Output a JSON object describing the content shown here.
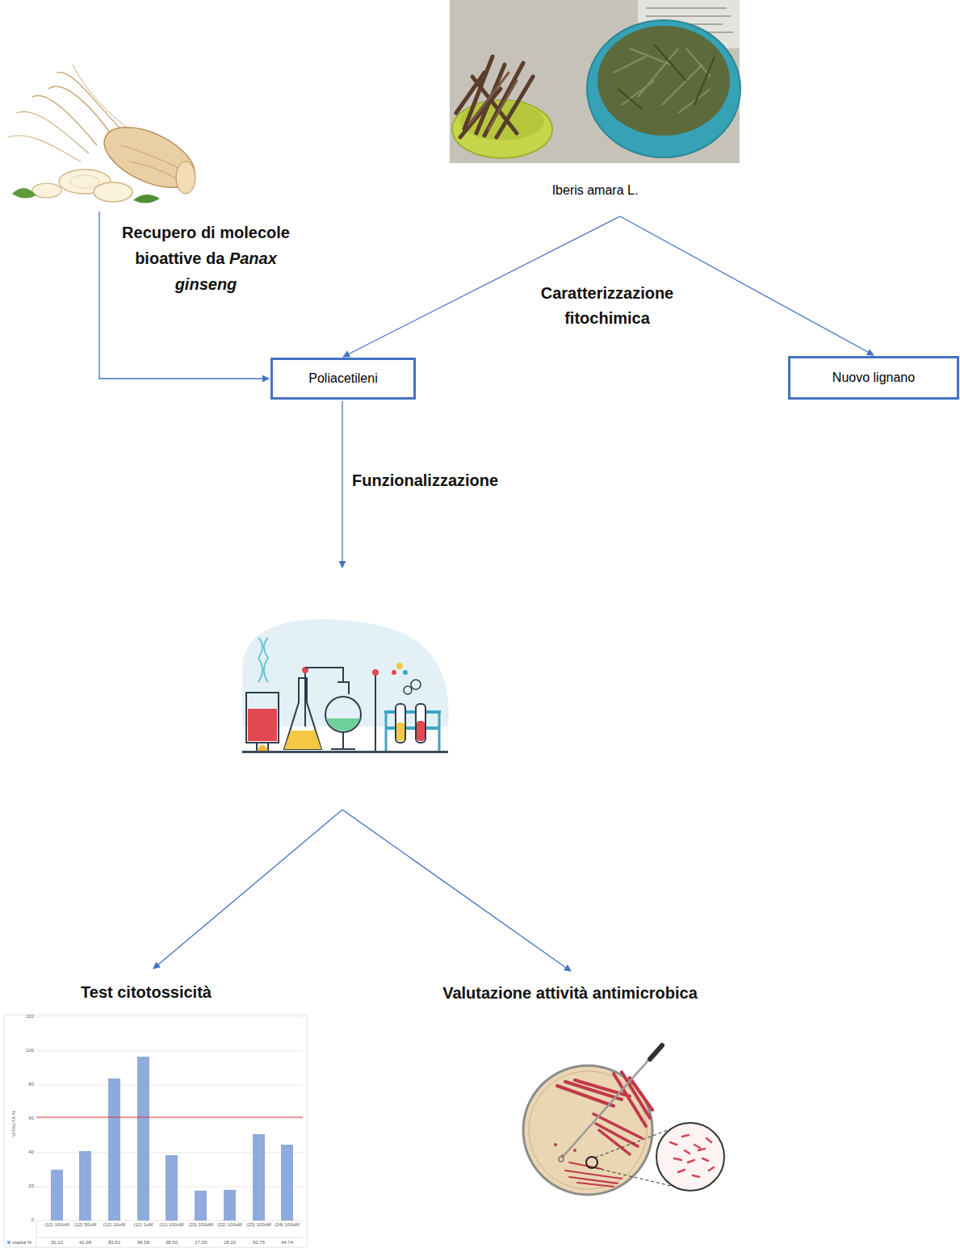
{
  "diagram": {
    "nodes": [
      {
        "text": [
          "Iberis amara L."
        ]
      },
      {
        "text": [
          "Poliacetileni"
        ]
      },
      {
        "text": [
          "Nuovo lignano"
        ]
      }
    ],
    "edges": [
      {
        "from": 0,
        "to": 1,
        "arrow": "to",
        "label": "Caratterizzazione fitochimica"
      },
      {
        "from": 0,
        "to": 2,
        "arrow": "to"
      }
    ],
    "labels": [
      "Recupero di molecole bioattive da",
      "Panax ginseng",
      "Funzionalizzazione",
      "Test citotossicità",
      "Valutazione attività antimicrobica",
      "0",
      "20",
      "40",
      "60",
      "80",
      "100",
      "120",
      "VITALITÀ %",
      "(12) 100uM",
      "(12) 50uM",
      "(12) 10uM",
      "(12) 1uM",
      "(11) 100uM",
      "(20) 100uM",
      "(22) 100uM",
      "(23) 100uM",
      "(24) 100uM",
      "30.22",
      "41.08",
      "83.62",
      "96.58",
      "38.50",
      "17.39",
      "18.20",
      "50.75",
      "44.74"
    ],
    "legend": [
      {
        "text": "vitalità %",
        "color": "#8faadc"
      }
    ]
  }
}
